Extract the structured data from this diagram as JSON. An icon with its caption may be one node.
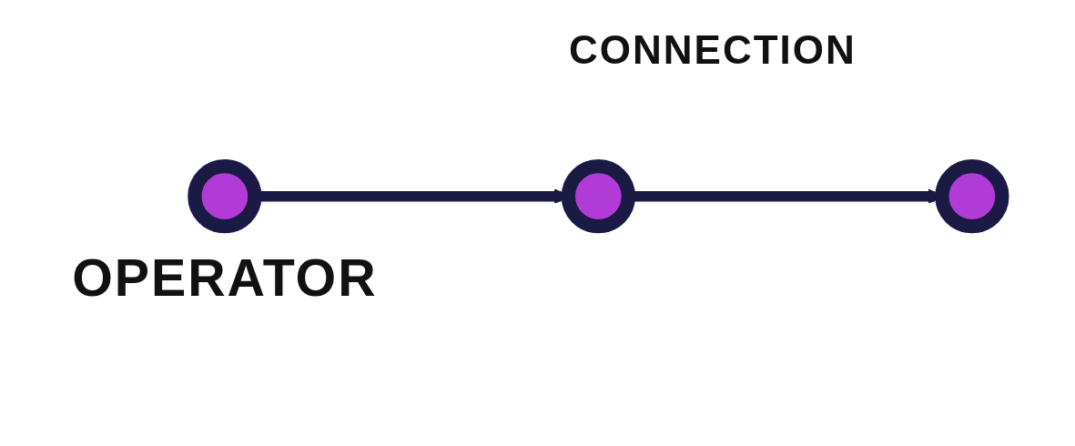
{
  "diagram": {
    "nodes": [
      {
        "text": [],
        "shape": "circle",
        "beside": [
          "OPERATOR"
        ]
      },
      {
        "text": [],
        "shape": "circle"
      },
      {
        "text": [],
        "shape": "circle"
      }
    ],
    "edges": [
      {
        "from": 0,
        "to": 1,
        "arrow": "to"
      },
      {
        "from": 1,
        "to": 2,
        "arrow": "to"
      }
    ],
    "labels": [
      "CONNECTION"
    ]
  }
}
